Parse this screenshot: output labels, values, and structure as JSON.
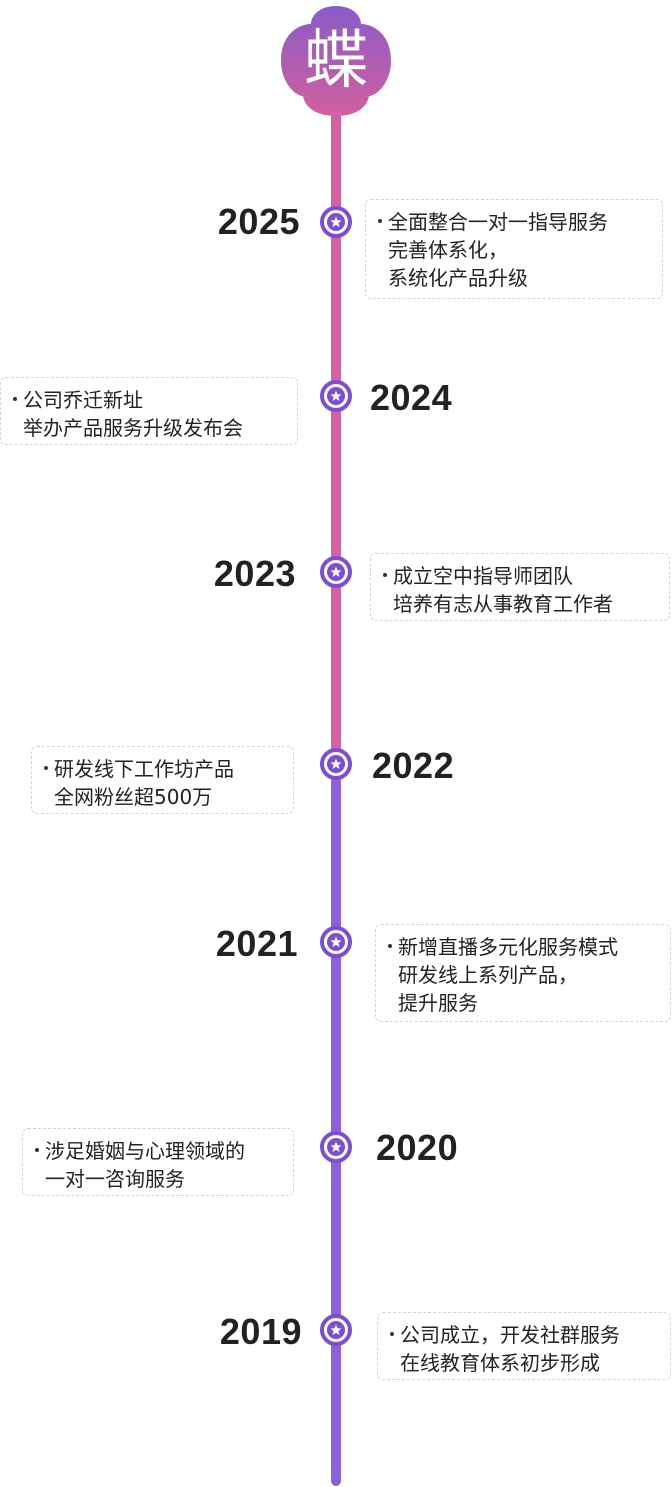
{
  "logo": {
    "character": "蝶",
    "gradient_top": "#8a5cc6",
    "gradient_bottom": "#d25fa0"
  },
  "colors": {
    "line_pink": "#d461a2",
    "line_purple": "#8b62d9",
    "node": "#7b4fd0",
    "year_text": "#222222"
  },
  "timeline": [
    {
      "year": "2025",
      "lines": [
        "全面整合一对一指导服务",
        "完善体系化，",
        "系统化产品升级"
      ]
    },
    {
      "year": "2024",
      "lines": [
        "公司乔迁新址",
        "举办产品服务升级发布会"
      ]
    },
    {
      "year": "2023",
      "lines": [
        "成立空中指导师团队",
        "培养有志从事教育工作者"
      ]
    },
    {
      "year": "2022",
      "lines": [
        "研发线下工作坊产品",
        "全网粉丝超500万"
      ]
    },
    {
      "year": "2021",
      "lines": [
        "新增直播多元化服务模式",
        "研发线上系列产品，",
        "提升服务"
      ]
    },
    {
      "year": "2020",
      "lines": [
        "涉足婚姻与心理领域的",
        "一对一咨询服务"
      ]
    },
    {
      "year": "2019",
      "lines": [
        "公司成立，开发社群服务",
        "在线教育体系初步形成"
      ]
    }
  ]
}
